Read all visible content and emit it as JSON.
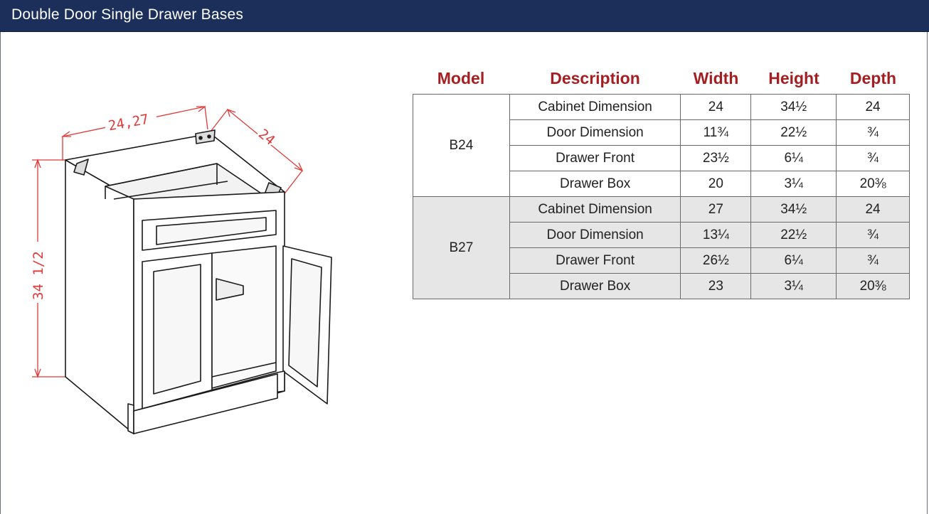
{
  "header": {
    "title": "Double Door Single Drawer Bases"
  },
  "dimensions": {
    "width": "24,27",
    "depth": "24",
    "height": "34 1/2"
  },
  "table": {
    "columns": [
      "Model",
      "Description",
      "Width",
      "Height",
      "Depth"
    ],
    "groups": [
      {
        "model": "B24",
        "rows": [
          {
            "description": "Cabinet Dimension",
            "width": "24",
            "height": "34½",
            "depth": "24"
          },
          {
            "description": "Door Dimension",
            "width": "11¾",
            "height": "22½",
            "depth": "¾"
          },
          {
            "description": "Drawer Front",
            "width": "23½",
            "height": "6¼",
            "depth": "¾"
          },
          {
            "description": "Drawer Box",
            "width": "20",
            "height": "3¼",
            "depth": "20⅜"
          }
        ]
      },
      {
        "model": "B27",
        "rows": [
          {
            "description": "Cabinet Dimension",
            "width": "27",
            "height": "34½",
            "depth": "24"
          },
          {
            "description": "Door Dimension",
            "width": "13¼",
            "height": "22½",
            "depth": "¾"
          },
          {
            "description": "Drawer Front",
            "width": "26½",
            "height": "6¼",
            "depth": "¾"
          },
          {
            "description": "Drawer Box",
            "width": "23",
            "height": "3¼",
            "depth": "20⅜"
          }
        ]
      }
    ]
  }
}
